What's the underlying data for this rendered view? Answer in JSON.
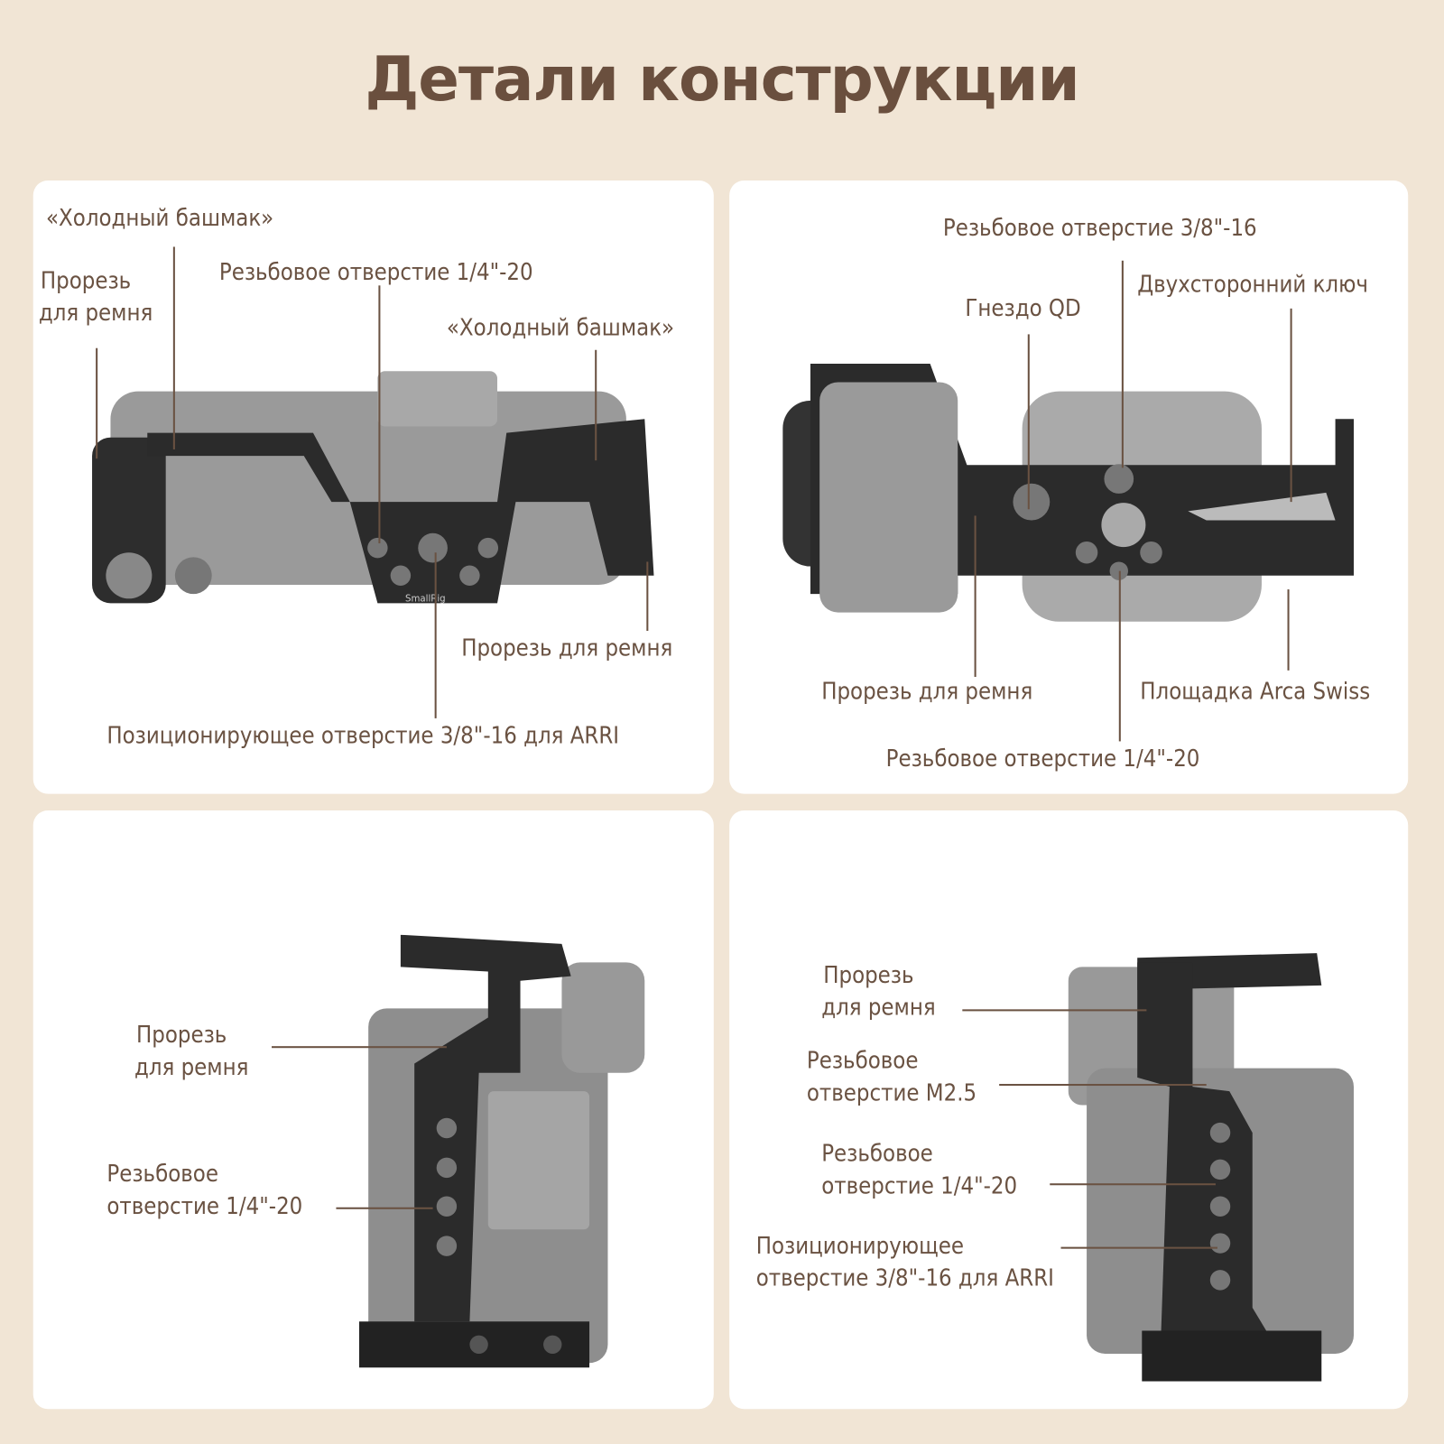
{
  "title": "Детали конструкции",
  "panels": {
    "top_view": {
      "cold_shoe_left": "«Холодный башмак»",
      "strap_slot_left": [
        "Прорезь",
        "для ремня"
      ],
      "thread_quarter": "Резьбовое отверстие 1/4\"-20",
      "cold_shoe_right": "«Холодный башмак»",
      "strap_slot_right": "Прорезь для ремня",
      "arri_hole": "Позиционирующее отверстие 3/8\"-16 для ARRI",
      "brand_mark": "SmallRig"
    },
    "bottom_view": {
      "thread_38": "Резьбовое отверстие 3/8\"-16",
      "qd_socket": "Гнездо QD",
      "dual_key": "Двухсторонний ключ",
      "strap_slot": "Прорезь для ремня",
      "arca": "Площадка Arca Swiss",
      "thread_quarter": "Резьбовое отверстие 1/4\"-20"
    },
    "left_side": {
      "strap_slot": [
        "Прорезь",
        "для ремня"
      ],
      "thread_quarter": [
        "Резьбовое",
        "отверстие 1/4\"-20"
      ]
    },
    "right_side": {
      "strap_slot": [
        "Прорезь",
        "для ремня"
      ],
      "thread_m25": [
        "Резьбовое",
        "отверстие M2.5"
      ],
      "thread_quarter": [
        "Резьбовое",
        "отверстие 1/4\"-20"
      ],
      "arri_hole": [
        "Позиционирующее",
        "отверстие 3/8\"-16 для ARRI"
      ]
    }
  }
}
